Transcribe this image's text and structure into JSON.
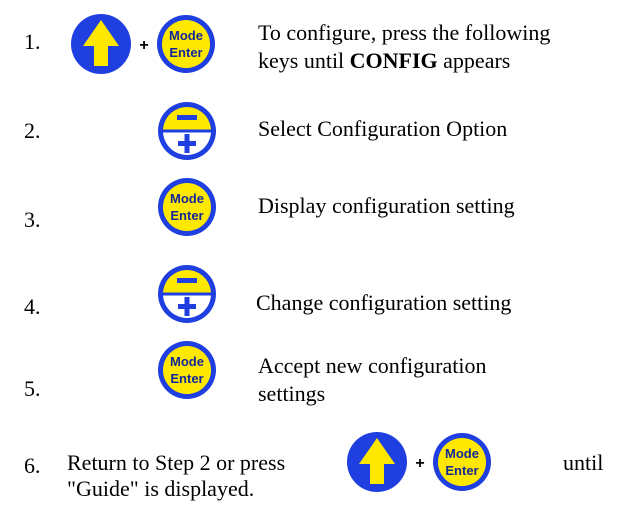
{
  "steps": [
    {
      "number": "1.",
      "keys": "Up + Mode/Enter",
      "text_line1": "To configure, press the following",
      "text_line2_pre": "keys until ",
      "text_line2_bold": "CONFIG",
      "text_line2_post": " appears"
    },
    {
      "number": "2.",
      "keys": "Minus/Plus",
      "text": "Select Configuration Option"
    },
    {
      "number": "3.",
      "keys": "Mode/Enter",
      "text": "Display configuration setting"
    },
    {
      "number": "4.",
      "keys": "Minus/Plus",
      "text": "Change configuration setting"
    },
    {
      "number": "5.",
      "keys": "Mode/Enter",
      "text_line1": "Accept new configuration",
      "text_line2": "settings"
    },
    {
      "number": "6.",
      "keys": "Up + Mode/Enter",
      "text_line1_pre": "Return to Step 2 or press",
      "text_line1_post": "until",
      "text_line2": "\"Guide\" is displayed."
    }
  ],
  "key_labels": {
    "mode": "Mode",
    "enter": "Enter",
    "plus_sign": "+"
  },
  "colors": {
    "blue": "#1f3fe0",
    "yellow": "#ffe800",
    "dark_blue": "#13279b"
  }
}
